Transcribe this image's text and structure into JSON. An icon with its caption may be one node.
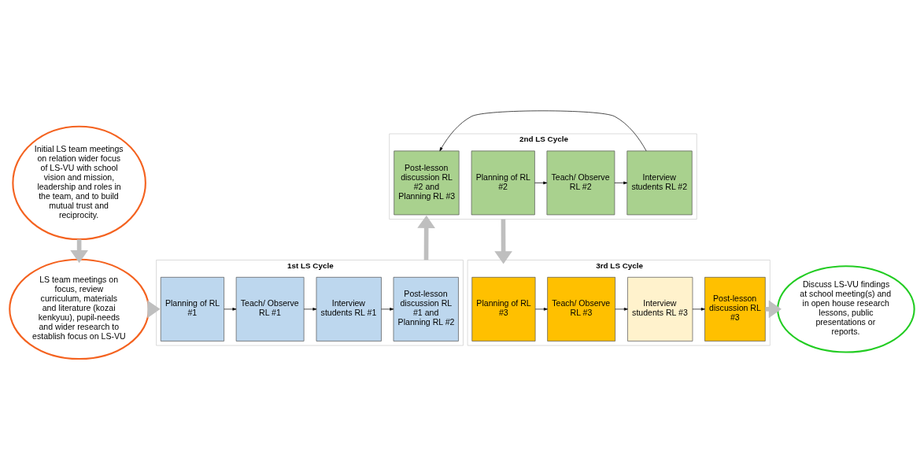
{
  "diagram": {
    "nodes": [
      {
        "text": [
          "Initial LS team meetings on relation wider focus of LS-VU with school vision and mission, leadership and roles in the team, and to build mutual trust and reciprocity."
        ]
      },
      {
        "text": [
          "LS team meetings on focus, review curriculum, materials and literature (kozai kenkyuu), pupil-needs and wider research to establish focus on LS-VU"
        ]
      },
      {
        "text": [
          "1st LS Cycle"
        ]
      },
      {
        "text": [
          "Planning of RL #1"
        ],
        "in": 2
      },
      {
        "text": [
          "Teach/ Observe RL #1"
        ],
        "in": 2
      },
      {
        "text": [
          "Interview students RL #1"
        ],
        "in": 2
      },
      {
        "text": [
          "Post-lesson discussion RL #1 and Planning RL #2"
        ],
        "in": 2
      },
      {
        "text": [
          "2nd LS Cycle"
        ]
      },
      {
        "text": [
          "Post-lesson discussion RL #2 and Planning RL #3"
        ],
        "in": 7
      },
      {
        "text": [
          "Interview students RL #2"
        ],
        "in": 7
      },
      {
        "text": [
          "Teach/ Observe RL #2"
        ],
        "in": 7
      },
      {
        "text": [
          "Planning of RL #2"
        ],
        "in": 7
      },
      {
        "text": [
          "3rd LS Cycle"
        ]
      },
      {
        "text": [
          "Planning of RL #3"
        ],
        "in": 12
      },
      {
        "text": [
          "Teach/ Observe RL #3"
        ],
        "in": 12
      },
      {
        "text": [
          "Interview students RL #3"
        ],
        "in": 12
      },
      {
        "text": [
          "Post-lesson discussion RL #3"
        ],
        "in": 12
      },
      {
        "text": [
          "Discuss LS-VU findings at school meeting(s) and in open house research lessons, public presentations or reports."
        ]
      }
    ],
    "edges": [
      {
        "from": 0,
        "to": 1,
        "arrow": "to",
        "style": "thick",
        "color": "#bfbfbf"
      },
      {
        "from": 1,
        "to": 2,
        "arrow": "to",
        "style": "thick",
        "color": "#bfbfbf"
      },
      {
        "from": 3,
        "to": 4,
        "arrow": "to"
      },
      {
        "from": 4,
        "to": 5,
        "arrow": "to"
      },
      {
        "from": 5,
        "to": 6,
        "arrow": "to"
      },
      {
        "from": 2,
        "to": 7,
        "arrow": "to",
        "style": "thick",
        "color": "#bfbfbf"
      },
      {
        "from": 11,
        "to": 10,
        "arrow": "to"
      },
      {
        "from": 10,
        "to": 9,
        "arrow": "to"
      },
      {
        "from": 9,
        "to": 8,
        "arrow": "to"
      },
      {
        "from": 7,
        "to": 12,
        "arrow": "to",
        "style": "thick",
        "color": "#bfbfbf"
      },
      {
        "from": 13,
        "to": 14,
        "arrow": "to"
      },
      {
        "from": 14,
        "to": 15,
        "arrow": "to"
      },
      {
        "from": 15,
        "to": 16,
        "arrow": "to"
      },
      {
        "from": 16,
        "to": 17,
        "arrow": "to",
        "style": "thick",
        "color": "#bfbfbf"
      }
    ]
  }
}
